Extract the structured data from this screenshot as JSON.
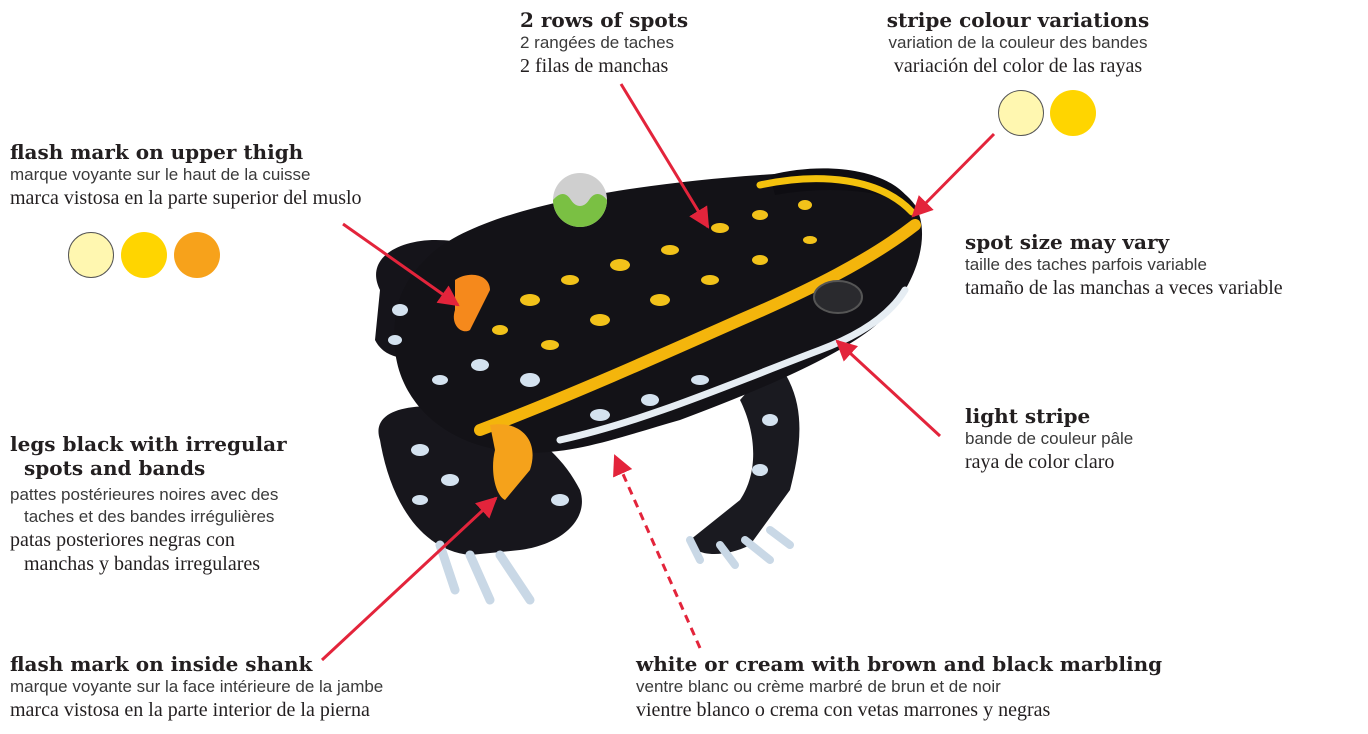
{
  "colors": {
    "arrow": "#e3243b",
    "pale_yellow": "#fff7b0",
    "yellow": "#ffd500",
    "orange": "#f7a21b",
    "gray_top": "#cfcfcf",
    "green_bottom": "#7ac043"
  },
  "labels": {
    "rows_of_spots": {
      "en": "2 rows of spots",
      "fr": "2 rangées de taches",
      "es": "2 filas de manchas"
    },
    "stripe_colour": {
      "en": "stripe colour variations",
      "fr": "variation de la couleur des bandes",
      "es": "variación del color de las rayas"
    },
    "flash_thigh": {
      "en": "flash mark on upper thigh",
      "fr": "marque voyante sur le haut de la cuisse",
      "es": "marca vistosa en la parte superior del muslo"
    },
    "spot_size": {
      "en": "spot size may vary",
      "fr": "taille des taches parfois variable",
      "es": "tamaño de las manchas a veces variable"
    },
    "light_stripe": {
      "en": "light stripe",
      "fr": "bande de couleur pâle",
      "es": "raya de color claro"
    },
    "legs": {
      "en1": "legs black with irregular",
      "en2": "spots and bands",
      "fr1": "pattes postérieures noires avec des",
      "fr2": "taches et des bandes irrégulières",
      "es1": "patas posteriores negras con",
      "es2": "manchas y bandas irregulares"
    },
    "flash_shank": {
      "en": "flash mark on inside shank",
      "fr": "marque voyante sur la face intérieure de la jambe",
      "es": "marca vistosa en la parte interior de la pierna"
    },
    "belly": {
      "en": "white or cream with brown and black marbling",
      "fr": "ventre blanc ou crème marbré de brun et de noir",
      "es": "vientre blanco o crema con vetas marrones y negras"
    }
  }
}
